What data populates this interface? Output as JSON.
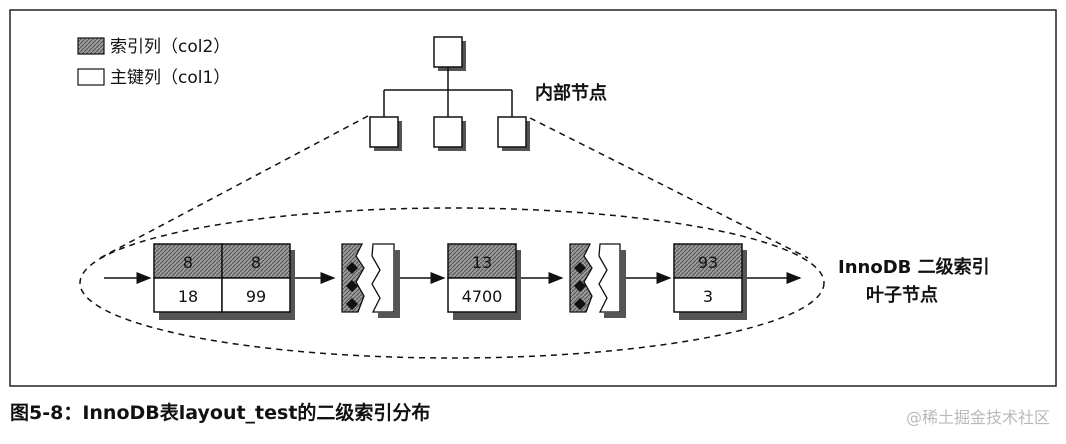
{
  "legend": {
    "index_column": "索引列（col2）",
    "primary_key_column": "主键列（col1）"
  },
  "labels": {
    "internal_nodes": "内部节点",
    "leaf_line1": "InnoDB 二级索引",
    "leaf_line2": "叶子节点"
  },
  "leaf_pages": [
    {
      "cells": [
        {
          "index": "8",
          "pk": "18"
        },
        {
          "index": "8",
          "pk": "99"
        }
      ]
    },
    {
      "cells": [
        {
          "index": "13",
          "pk": "4700"
        }
      ]
    },
    {
      "cells": [
        {
          "index": "93",
          "pk": "3"
        }
      ]
    }
  ],
  "caption": "图5-8：InnoDB表layout_test的二级索引分布",
  "watermark": "@稀土掘金技术社区"
}
